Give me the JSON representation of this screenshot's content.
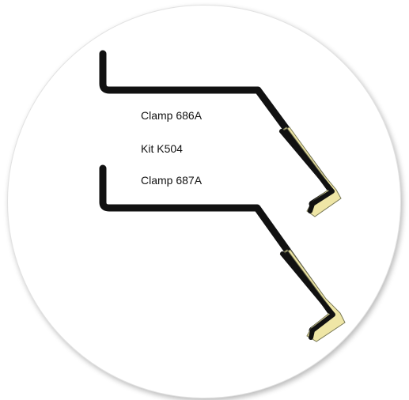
{
  "labels": {
    "clamp_top": "Clamp 686A",
    "kit": "Kit K504",
    "clamp_bottom": "Clamp 687A"
  },
  "colors": {
    "background": "#ffffff",
    "badge_fill": "#ffffff",
    "clamp_stroke": "#111111",
    "pad_fill": "#efe6a6",
    "pad_stroke": "#777755",
    "text": "#111111"
  }
}
